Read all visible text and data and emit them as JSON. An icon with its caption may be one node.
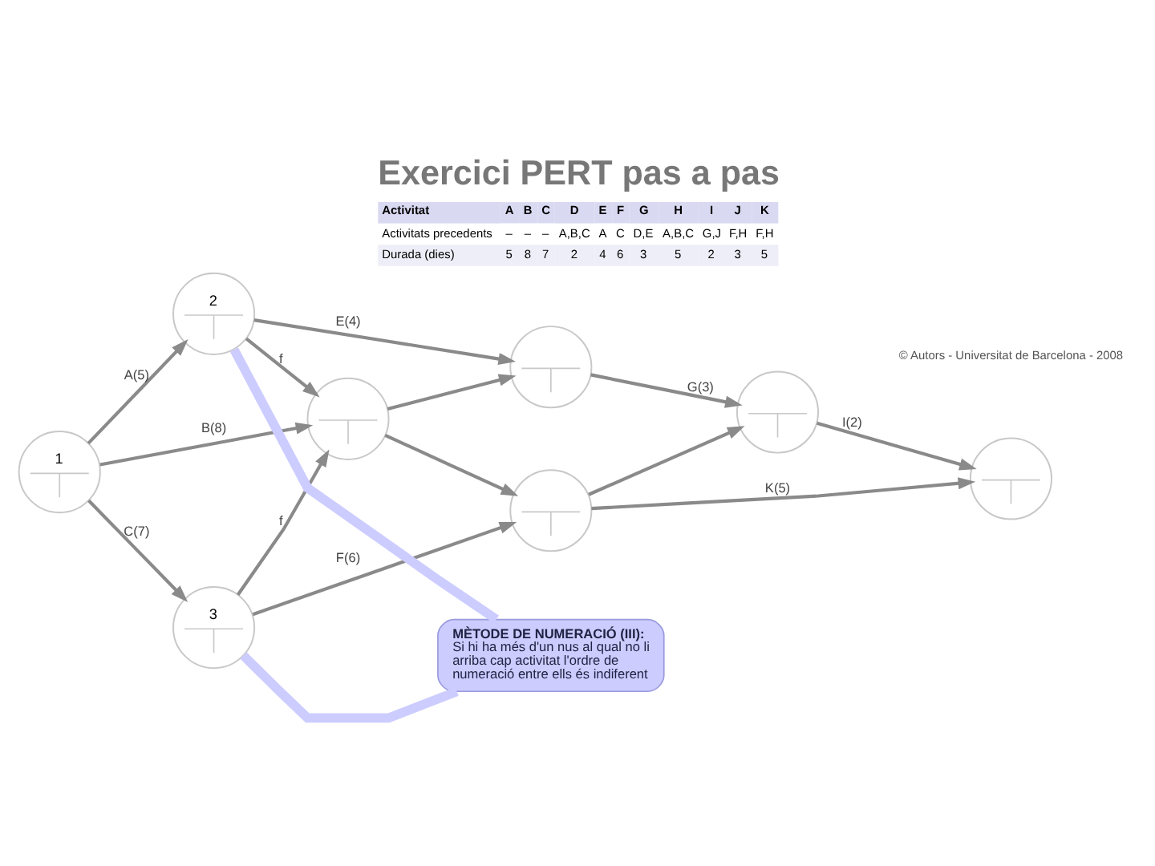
{
  "diagram": {
    "title": "Exercici PERT pas a pas",
    "nodes": [
      {
        "text": [
          "1"
        ]
      },
      {
        "text": [
          "2"
        ]
      },
      {
        "text": [
          "3"
        ]
      },
      {
        "text": [],
        "shape": "circle"
      },
      {
        "text": [
          "MÈTODE DE NUMERACIÓ (III):",
          "Si hi ha més d'un nus al qual no li arriba cap activitat l'ordre de numeració entre ells és indiferent"
        ]
      },
      {
        "text": [],
        "shape": "circle"
      },
      {
        "text": [],
        "shape": "circle"
      },
      {
        "text": [],
        "shape": "circle"
      },
      {
        "text": [],
        "shape": "circle"
      }
    ],
    "edges": [
      {
        "from": 0,
        "to": 1,
        "arrow": "to",
        "label": "A(5)"
      },
      {
        "from": 0,
        "to": 3,
        "arrow": "to",
        "label": "B(8)"
      },
      {
        "from": 0,
        "to": 2,
        "arrow": "to",
        "label": "C(7)"
      },
      {
        "from": 1,
        "to": 3,
        "arrow": "to",
        "label": "f"
      },
      {
        "from": 2,
        "to": 3,
        "arrow": "to",
        "label": "f"
      },
      {
        "from": 1,
        "to": 5,
        "arrow": "to",
        "label": "E(4)"
      },
      {
        "from": 2,
        "to": 6,
        "arrow": "to",
        "label": "F(6)"
      },
      {
        "from": 3,
        "to": 5,
        "arrow": "to"
      },
      {
        "from": 3,
        "to": 6,
        "arrow": "to"
      },
      {
        "from": 5,
        "to": 7,
        "arrow": "to",
        "label": "G(3)"
      },
      {
        "from": 6,
        "to": 7,
        "arrow": "to"
      },
      {
        "from": 7,
        "to": 8,
        "arrow": "to",
        "label": "I(2)"
      },
      {
        "from": 6,
        "to": 8,
        "arrow": "to",
        "label": "K(5)"
      },
      {
        "from": 4,
        "to": 1,
        "arrow": "none",
        "style": "thick",
        "color": "#ccccff"
      },
      {
        "from": 4,
        "to": 2,
        "arrow": "none",
        "style": "thick",
        "color": "#ccccff"
      }
    ],
    "labels": [
      "Activitat",
      "A",
      "B",
      "C",
      "D",
      "E",
      "F",
      "G",
      "H",
      "I",
      "J",
      "K",
      "Activitats precedents",
      "–",
      "–",
      "–",
      "A,B,C",
      "A",
      "C",
      "D,E",
      "A,B,C",
      "G,J",
      "F,H",
      "F,H",
      "Durada (dies)",
      "5",
      "8",
      "7",
      "2",
      "4",
      "6",
      "3",
      "5",
      "2",
      "3",
      "5",
      "© Autors - Universitat de Barcelona - 2008"
    ]
  }
}
